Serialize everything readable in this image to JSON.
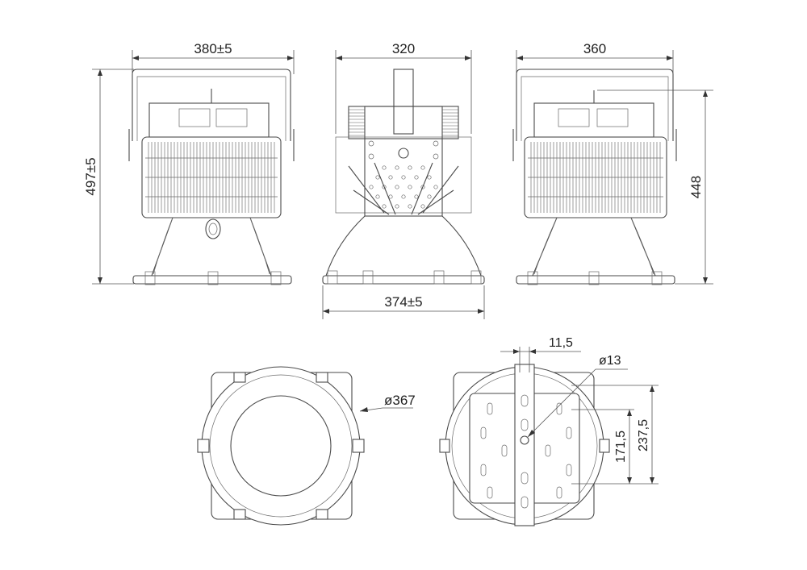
{
  "dimensions": {
    "front_width": "380±5",
    "side_width": "320",
    "rear_width": "360",
    "total_height": "497±5",
    "rear_height": "448",
    "base_width": "374±5",
    "bottom_diameter": "ø367",
    "top_offset": "11,5",
    "hole_diameter": "ø13",
    "hole_spacing_small": "171,5",
    "hole_spacing_large": "237,5"
  },
  "colors": {
    "line": "#4a4a4a",
    "text": "#222222",
    "background": "#ffffff"
  }
}
